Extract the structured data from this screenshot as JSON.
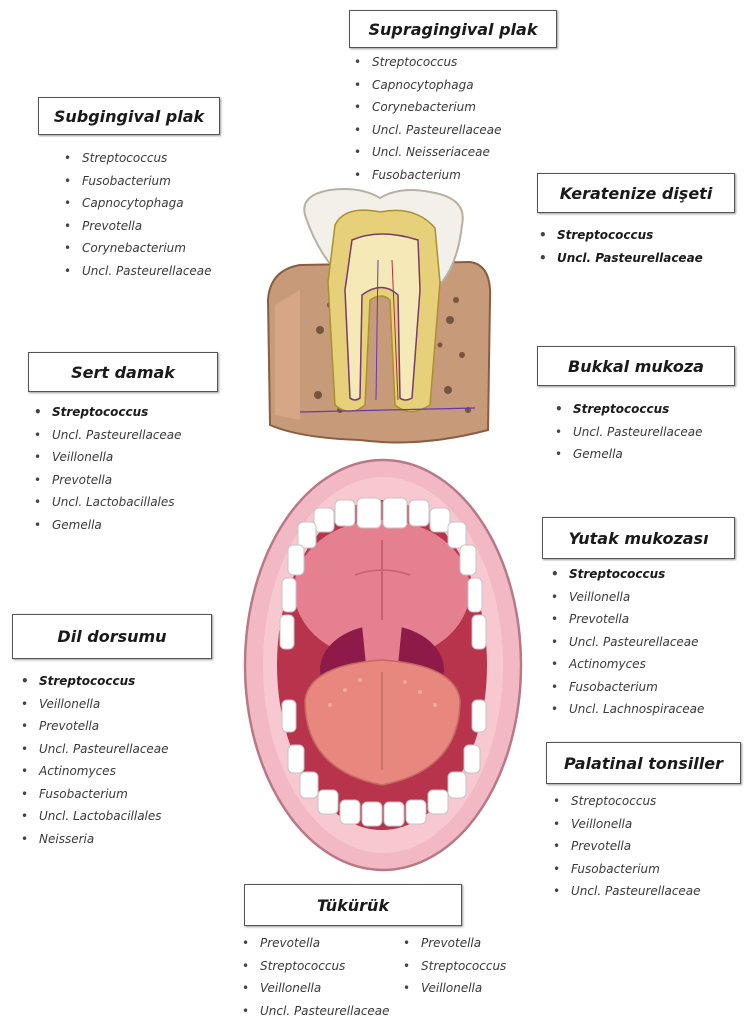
{
  "regions": [
    {
      "id": "supragingival",
      "title": "Supragingival plak",
      "items": [
        {
          "text": "Streptococcus"
        },
        {
          "text": "Capnocytophaga"
        },
        {
          "text": "Corynebacterium"
        },
        {
          "text": "Uncl. Pasteurellaceae"
        },
        {
          "text": "Uncl. Neisseriaceae"
        },
        {
          "text": "Fusobacterium"
        }
      ]
    },
    {
      "id": "subgingival",
      "title": "Subgingival plak",
      "items": [
        {
          "text": "Streptococcus"
        },
        {
          "text": "Fusobacterium"
        },
        {
          "text": "Capnocytophaga"
        },
        {
          "text": "Prevotella"
        },
        {
          "text": "Corynebacterium"
        },
        {
          "text": "Uncl. Pasteurellaceae"
        }
      ]
    },
    {
      "id": "keratinized-gingiva",
      "title": "Keratenize dişeti",
      "items": [
        {
          "text": "Streptococcus",
          "bold": true
        },
        {
          "text": "Uncl. Pasteurellaceae",
          "bold": true
        }
      ]
    },
    {
      "id": "hard-palate",
      "title": "Sert damak",
      "items": [
        {
          "text": "Streptococcus",
          "bold": true
        },
        {
          "text": "Uncl. Pasteurellaceae"
        },
        {
          "text": "Veillonella"
        },
        {
          "text": "Prevotella"
        },
        {
          "text": "Uncl. Lactobacillales"
        },
        {
          "text": "Gemella"
        }
      ]
    },
    {
      "id": "buccal-mucosa",
      "title": "Bukkal mukoza",
      "items": [
        {
          "text": "Streptococcus",
          "bold": true
        },
        {
          "text": "Uncl. Pasteurellaceae"
        },
        {
          "text": "Gemella"
        }
      ]
    },
    {
      "id": "pharyngeal-mucosa",
      "title": "Yutak mukozası",
      "items": [
        {
          "text": "Streptococcus",
          "bold": true
        },
        {
          "text": "Veillonella"
        },
        {
          "text": "Prevotella"
        },
        {
          "text": "Uncl. Pasteurellaceae"
        },
        {
          "text": "Actinomyces"
        },
        {
          "text": "Fusobacterium"
        },
        {
          "text": "Uncl. Lachnospiraceae"
        }
      ]
    },
    {
      "id": "tongue-dorsum",
      "title": "Dil dorsumu",
      "items": [
        {
          "text": "Streptococcus",
          "bold": true
        },
        {
          "text": "Veillonella"
        },
        {
          "text": "Prevotella"
        },
        {
          "text": "Uncl. Pasteurellaceae"
        },
        {
          "text": "Actinomyces"
        },
        {
          "text": "Fusobacterium"
        },
        {
          "text": "Uncl. Lactobacillales"
        },
        {
          "text": "Neisseria"
        }
      ]
    },
    {
      "id": "palatine-tonsils",
      "title": "Palatinal tonsiller",
      "items": [
        {
          "text": "Streptococcus"
        },
        {
          "text": "Veillonella"
        },
        {
          "text": "Prevotella"
        },
        {
          "text": "Fusobacterium"
        },
        {
          "text": "Uncl. Pasteurellaceae"
        }
      ]
    },
    {
      "id": "saliva",
      "title": "Tükürük",
      "items": [
        {
          "text": "Prevotella"
        },
        {
          "text": "Streptococcus"
        },
        {
          "text": "Veillonella"
        },
        {
          "text": "Uncl. Pasteurellaceae"
        }
      ],
      "items_col2": [
        {
          "text": "Prevotella"
        },
        {
          "text": "Streptococcus"
        },
        {
          "text": "Veillonella"
        }
      ]
    }
  ],
  "colors": {
    "lip": "#f2b9c4",
    "throat": "#8e1a4a",
    "tongue": "#e8877e",
    "dentin": "#e7d07a",
    "bone": "#b08a6a"
  }
}
